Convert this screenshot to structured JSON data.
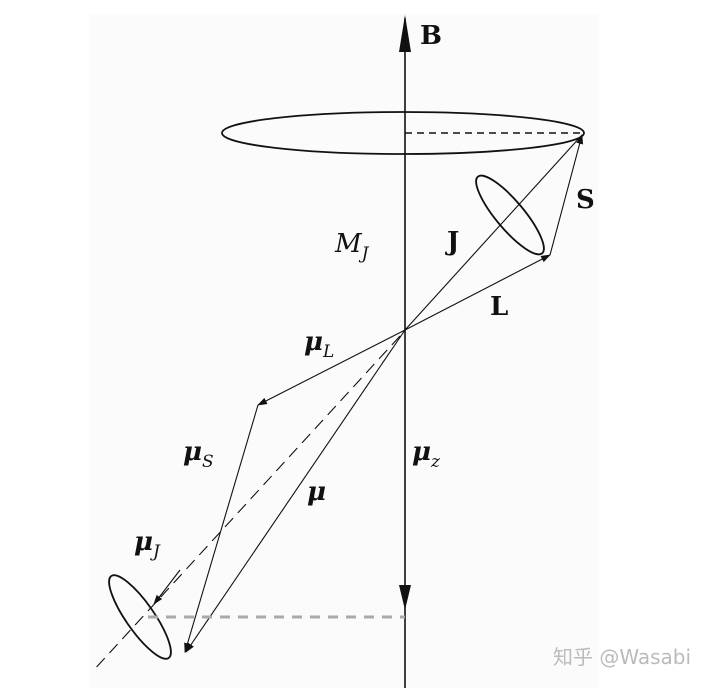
{
  "labels": {
    "B": "B",
    "M_J": "M",
    "M_J_sub": "J",
    "J": "J",
    "S": "S",
    "L": "L",
    "mu_L": "μ",
    "mu_L_sub": "L",
    "mu_S": "μ",
    "mu_S_sub": "S",
    "mu": "μ",
    "mu_z": "μ",
    "mu_z_sub": "z",
    "mu_J": "μ",
    "mu_J_sub": "J"
  },
  "watermark": "知乎 @Wasabi",
  "colors": {
    "ink": "#111111",
    "panel": "#fbfbfb",
    "dashed_gray": "#aaaaaa"
  }
}
